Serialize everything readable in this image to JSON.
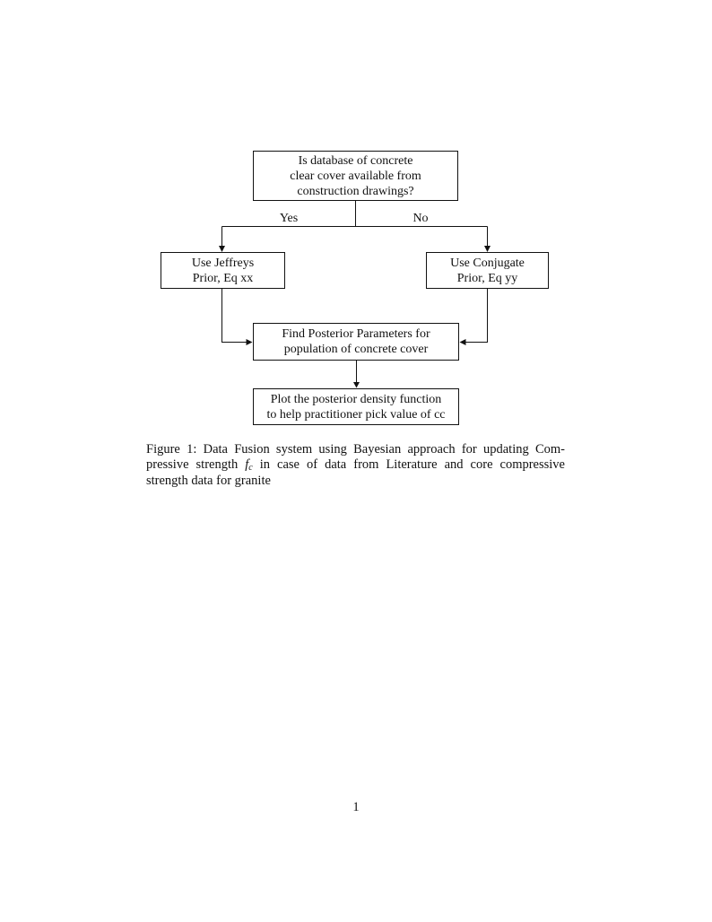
{
  "page": {
    "number": "1",
    "colors": {
      "ink": "#111111",
      "paper": "#ffffff"
    }
  },
  "flowchart": {
    "nodes": {
      "decision": {
        "lines": [
          "Is database of concrete",
          "clear cover available from",
          "construction drawings?"
        ]
      },
      "jeffreys": {
        "lines": [
          "Use Jeffreys",
          "Prior, Eq xx"
        ]
      },
      "conjugate": {
        "lines": [
          "Use Conjugate",
          "Prior, Eq yy"
        ]
      },
      "posterior": {
        "lines": [
          "Find Posterior Parameters for",
          "population of concrete cover"
        ]
      },
      "plot": {
        "lines": [
          "Plot the posterior density function",
          "to help practitioner pick value of cc"
        ]
      }
    },
    "edge_labels": {
      "yes": "Yes",
      "no": "No"
    }
  },
  "caption": {
    "line1": "Figure 1: Data Fusion system using Bayesian approach for updating Com-",
    "line2_pre": "pressive strength ",
    "math_base": "f",
    "math_sub": "c",
    "line2_post": "in case of data from Literature and core compressive",
    "line3": "strength data for granite"
  }
}
